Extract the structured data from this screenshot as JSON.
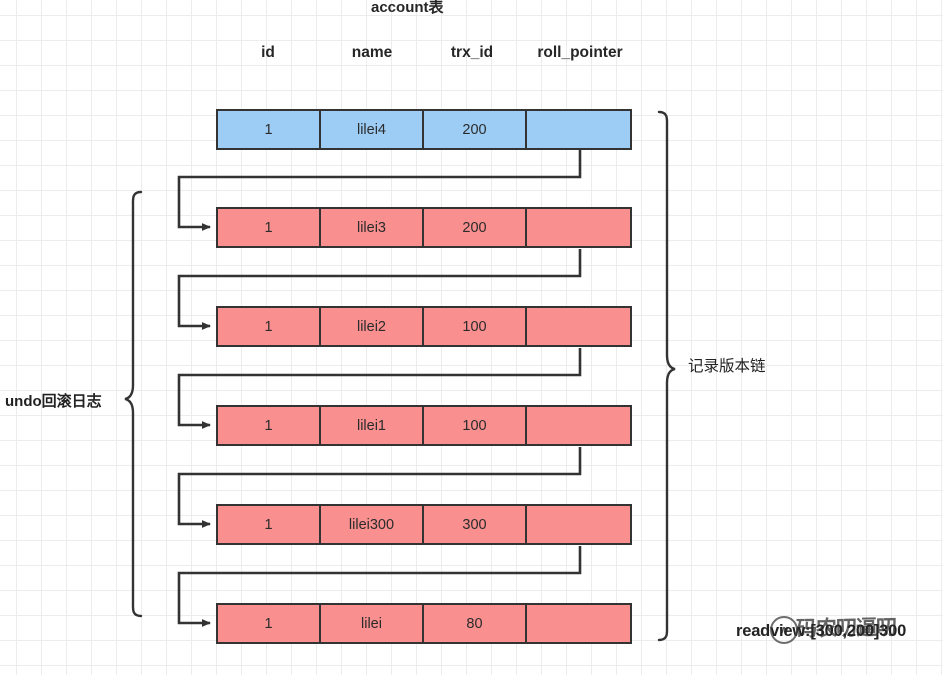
{
  "diagram": {
    "title": "account表",
    "columns": [
      "id",
      "name",
      "trx_id",
      "roll_pointer"
    ],
    "rows": [
      {
        "id": "1",
        "name": "lilei4",
        "trx_id": "200",
        "roll_pointer": "",
        "color": "blue",
        "kind": "current-record"
      },
      {
        "id": "1",
        "name": "lilei3",
        "trx_id": "200",
        "roll_pointer": "",
        "color": "red",
        "kind": "undo-log-record"
      },
      {
        "id": "1",
        "name": "lilei2",
        "trx_id": "100",
        "roll_pointer": "",
        "color": "red",
        "kind": "undo-log-record"
      },
      {
        "id": "1",
        "name": "lilei1",
        "trx_id": "100",
        "roll_pointer": "",
        "color": "red",
        "kind": "undo-log-record"
      },
      {
        "id": "1",
        "name": "lilei300",
        "trx_id": "300",
        "roll_pointer": "",
        "color": "red",
        "kind": "undo-log-record"
      },
      {
        "id": "1",
        "name": "lilei",
        "trx_id": "80",
        "roll_pointer": "",
        "color": "red",
        "kind": "undo-log-record"
      }
    ],
    "left_bracket_label": "undo回滚日志",
    "right_bracket_label": "记录版本链",
    "footnote": "readview:[300,200]300",
    "watermark_text": "码农叨逼叨",
    "watermark_badge": "w",
    "colors": {
      "current_record_fill": "#9dcdf5",
      "undo_record_fill": "#f98f8f",
      "stroke": "#333333",
      "grid": "#ececec",
      "text": "#262626"
    }
  }
}
